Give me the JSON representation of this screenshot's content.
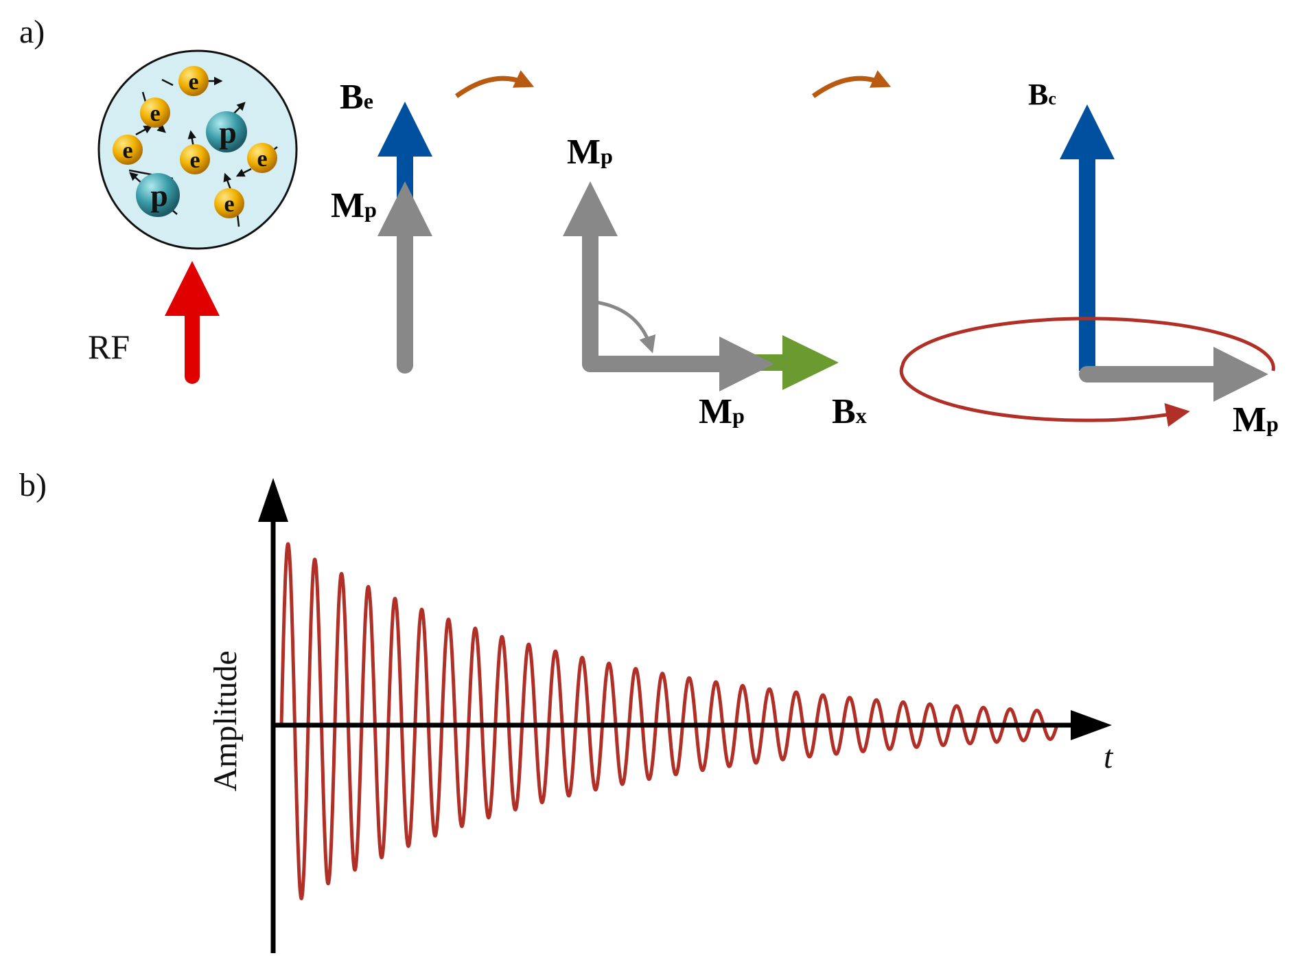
{
  "panels": {
    "a_label": "a)",
    "b_label": "b)"
  },
  "panel_a": {
    "rf_label": "RF",
    "particles": {
      "electron_label": "e",
      "proton_label": "p"
    },
    "vectors": {
      "b_e": {
        "main": "B",
        "sub": "e"
      },
      "m_p": {
        "main": "M",
        "sub": "p"
      },
      "b_x": {
        "main": "B",
        "sub": "x"
      },
      "b_c": {
        "main": "B",
        "sub": "c"
      }
    },
    "colors": {
      "rf_arrow": "#e00000",
      "b_field": "#0050a0",
      "magnetization": "#888888",
      "b_x": "#6a9a30",
      "transition_arrow": "#b85a10",
      "precession": "#b03028",
      "cell_fill": "#d4eef4",
      "electron": "#f0b000",
      "proton": "#3a9ca8"
    }
  },
  "panel_b": {
    "y_axis_label": "Amplitude",
    "x_axis_label": "t",
    "signal_color": "#b03028"
  }
}
